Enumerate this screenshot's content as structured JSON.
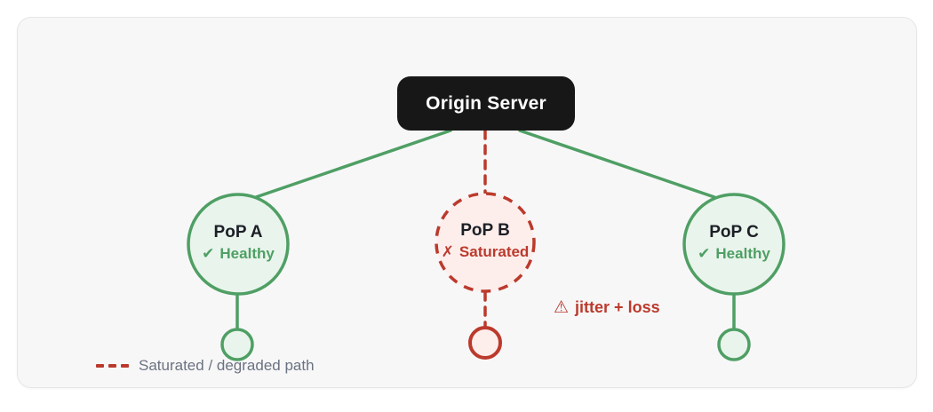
{
  "diagram": {
    "origin": {
      "label": "Origin Server"
    },
    "pops": [
      {
        "name": "PoP A",
        "status_icon": "✔",
        "status_label": "Healthy",
        "state": "healthy"
      },
      {
        "name": "PoP B",
        "status_icon": "✗",
        "status_label": "Saturated",
        "state": "saturated"
      },
      {
        "name": "PoP C",
        "status_icon": "✔",
        "status_label": "Healthy",
        "state": "healthy"
      }
    ],
    "annotation": {
      "icon": "⚠",
      "label": "jitter + loss"
    },
    "legend": {
      "label": "Saturated / degraded path"
    }
  },
  "colors": {
    "green": "#4f9f64",
    "green-fill": "#e9f4ec",
    "red": "#bb3a2c",
    "red-fill": "#fdeeec",
    "ink": "#1c1f26",
    "muted": "#6b7280",
    "card-bg": "#f7f7f8",
    "card-border": "#e6e6e8",
    "origin-bg": "#171717",
    "origin-text": "#ffffff",
    "page-bg": "#ffffff"
  }
}
